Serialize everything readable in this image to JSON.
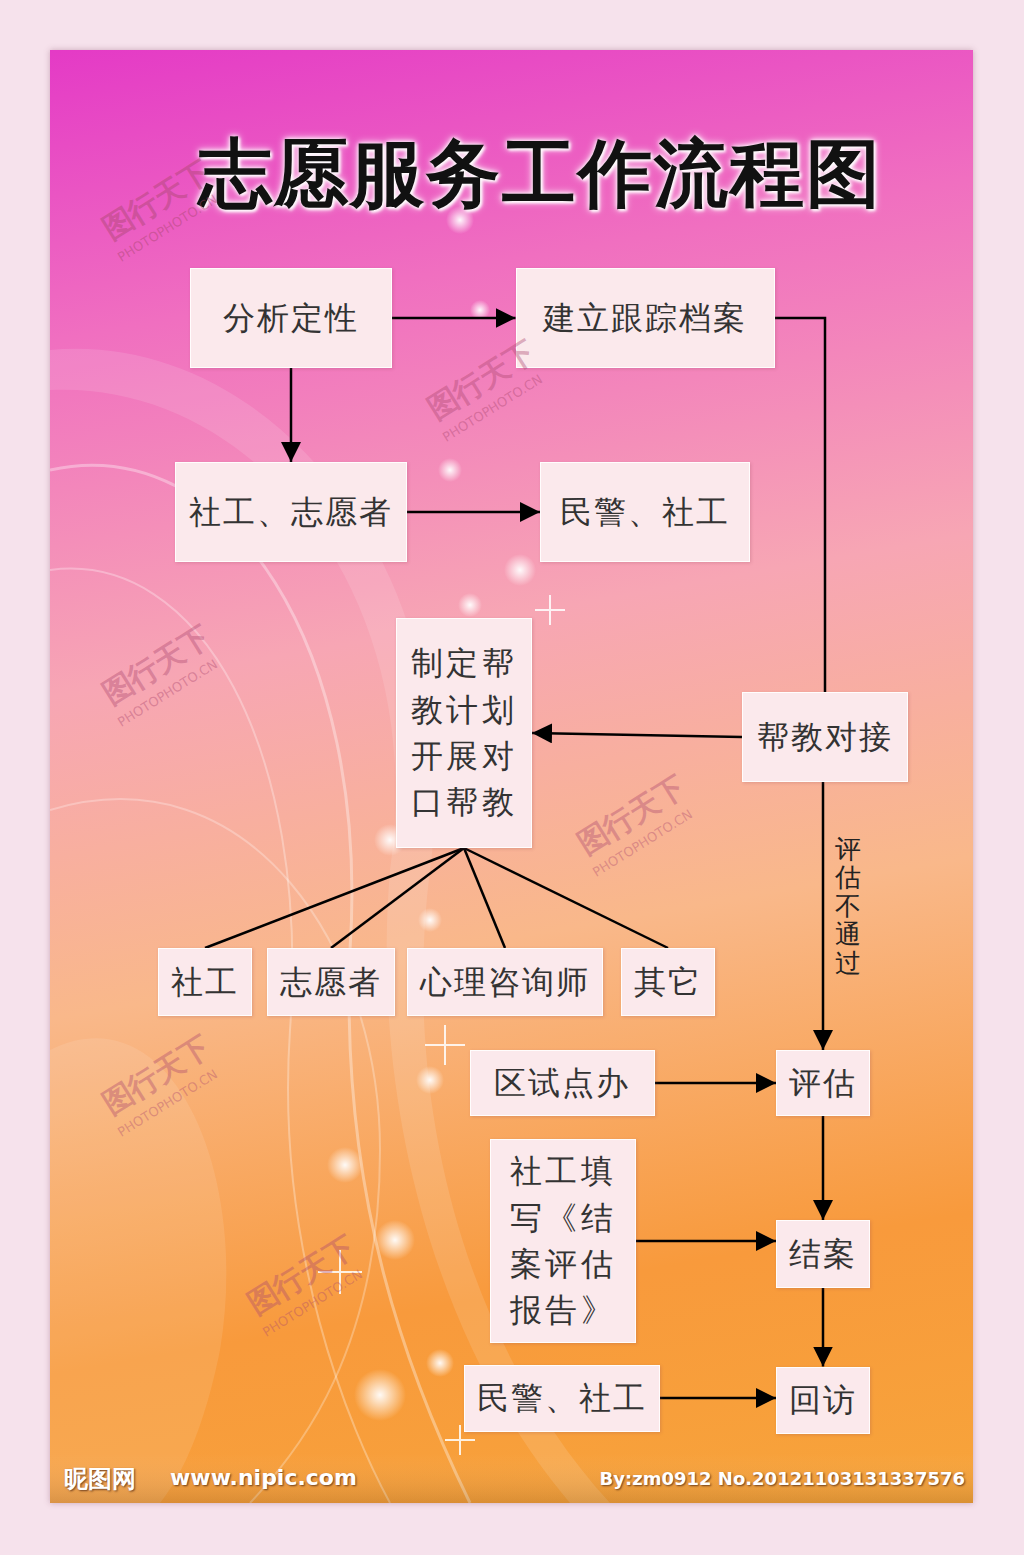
{
  "diagram": {
    "title": "志愿服务工作流程图",
    "nodes": [
      {
        "text": [
          "分析定性"
        ]
      },
      {
        "text": [
          "建立跟踪档案"
        ]
      },
      {
        "text": [
          "社工、志愿者"
        ]
      },
      {
        "text": [
          "民警、社工"
        ]
      },
      {
        "text": [
          "制定帮教计划开展对口帮教"
        ]
      },
      {
        "text": [
          "帮教对接"
        ]
      },
      {
        "text": [
          "社工"
        ]
      },
      {
        "text": [
          "志愿者"
        ]
      },
      {
        "text": [
          "心理咨询师"
        ]
      },
      {
        "text": [
          "其它"
        ]
      },
      {
        "text": [
          "区试点办"
        ]
      },
      {
        "text": [
          "评估"
        ]
      },
      {
        "text": [
          "社工填写《结案评估报告》"
        ]
      },
      {
        "text": [
          "结案"
        ]
      },
      {
        "text": [
          "民警、社工"
        ]
      },
      {
        "text": [
          "回访"
        ]
      }
    ],
    "edges": [
      {
        "from": 0,
        "to": 1,
        "arrow": "to"
      },
      {
        "from": 0,
        "to": 2,
        "arrow": "to"
      },
      {
        "from": 2,
        "to": 3,
        "arrow": "to"
      },
      {
        "from": 1,
        "to": 5,
        "arrow": "none"
      },
      {
        "from": 5,
        "to": 4,
        "arrow": "to"
      },
      {
        "from": 4,
        "to": 6,
        "arrow": "none"
      },
      {
        "from": 4,
        "to": 7,
        "arrow": "none"
      },
      {
        "from": 4,
        "to": 8,
        "arrow": "none"
      },
      {
        "from": 4,
        "to": 9,
        "arrow": "none"
      },
      {
        "from": 5,
        "to": 11,
        "label": "评估不通过",
        "arrow": "to"
      },
      {
        "from": 10,
        "to": 11,
        "arrow": "to"
      },
      {
        "from": 11,
        "to": 13,
        "arrow": "to"
      },
      {
        "from": 12,
        "to": 13,
        "arrow": "to"
      },
      {
        "from": 13,
        "to": 15,
        "arrow": "to"
      },
      {
        "from": 14,
        "to": 15,
        "arrow": "to"
      }
    ],
    "labels": [
      "图行天下",
      "PHOTOPHOTO.CN",
      "图行天下",
      "PHOTOPHOTO.CN",
      "图行天下",
      "PHOTOPHOTO.CN",
      "图行天下",
      "PHOTOPHOTO.CN",
      "图行天下",
      "PHOTOPHOTO.CN",
      "图行天下",
      "PHOTOPHOTO.CN",
      "昵图网",
      "www.nipic.com",
      "By:zm0912  No.20121103131337576"
    ]
  }
}
